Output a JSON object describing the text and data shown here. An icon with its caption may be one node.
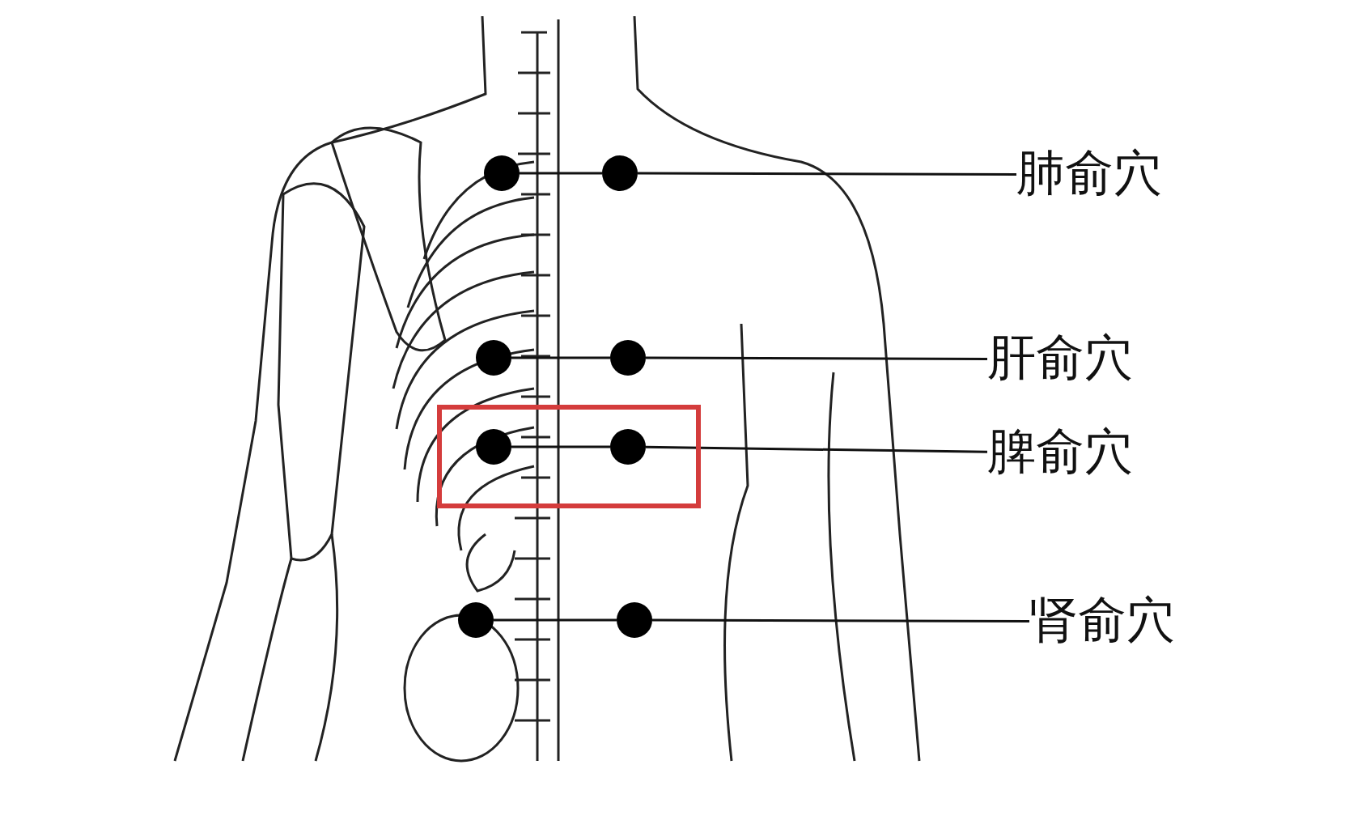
{
  "diagram": {
    "nodes": [
      {
        "text": [],
        "shape": "circle"
      },
      {
        "text": [],
        "shape": "circle"
      },
      {
        "text": [
          "肺俞穴"
        ]
      },
      {
        "text": [],
        "shape": "circle"
      },
      {
        "text": [],
        "shape": "circle"
      },
      {
        "text": [
          "肝俞穴"
        ]
      },
      {
        "text": [],
        "shape": "box"
      },
      {
        "text": [],
        "shape": "circle",
        "in": 6
      },
      {
        "text": [],
        "shape": "circle",
        "in": 6
      },
      {
        "text": [
          "脾俞穴"
        ]
      },
      {
        "text": [],
        "shape": "circle"
      },
      {
        "text": [],
        "shape": "circle"
      },
      {
        "text": [
          "肾俞穴"
        ]
      }
    ],
    "edges": [
      {
        "from": 2,
        "to": 1,
        "arrow": "none"
      },
      {
        "from": 1,
        "to": 0,
        "arrow": "none"
      },
      {
        "from": 5,
        "to": 4,
        "arrow": "none"
      },
      {
        "from": 4,
        "to": 3,
        "arrow": "none"
      },
      {
        "from": 9,
        "to": 8,
        "arrow": "none"
      },
      {
        "from": 8,
        "to": 7,
        "arrow": "none"
      },
      {
        "from": 12,
        "to": 11,
        "arrow": "none"
      },
      {
        "from": 11,
        "to": 10,
        "arrow": "none"
      }
    ]
  }
}
